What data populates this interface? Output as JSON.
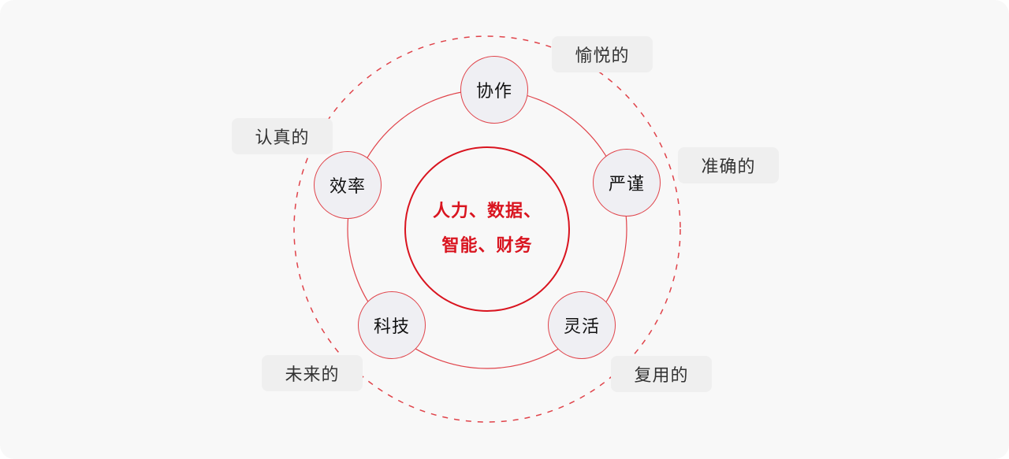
{
  "diagram": {
    "title": "",
    "core": {
      "line1": "人力、数据、",
      "line2": "智能、财务"
    },
    "nodes": [
      {
        "id": "collaboration",
        "label": "协作"
      },
      {
        "id": "rigor",
        "label": "严谨"
      },
      {
        "id": "flexible",
        "label": "灵活"
      },
      {
        "id": "technology",
        "label": "科技"
      },
      {
        "id": "efficiency",
        "label": "效率"
      }
    ],
    "tags": [
      {
        "id": "pleasant",
        "label": "愉悦的"
      },
      {
        "id": "accurate",
        "label": "准确的"
      },
      {
        "id": "reusable",
        "label": "复用的"
      },
      {
        "id": "future",
        "label": "未来的"
      },
      {
        "id": "serious",
        "label": "认真的"
      }
    ],
    "colors": {
      "accent": "#d9141f",
      "ring": "#e0434a",
      "node_fill": "#efeff3",
      "tag_fill": "#efefef",
      "background": "#f8f8f8"
    }
  }
}
